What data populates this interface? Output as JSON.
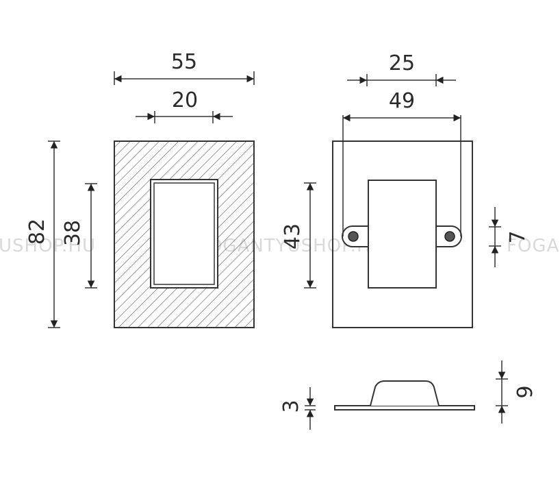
{
  "watermark": {
    "left": "USHOP.HU",
    "center": "FOGANTYUSHOP.HU",
    "right": "FOGA"
  },
  "front_view": {
    "width_outer": "55",
    "width_inner": "20",
    "height_outer": "82",
    "height_inner": "38"
  },
  "back_view": {
    "width_top": "25",
    "width_hole_span": "49",
    "height_plate": "43",
    "hole_diameter": "7"
  },
  "side_view": {
    "base_thickness": "3",
    "total_height": "9"
  }
}
